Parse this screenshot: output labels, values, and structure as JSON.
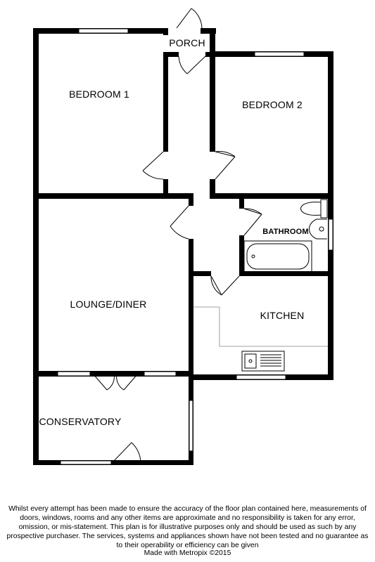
{
  "rooms": {
    "porch": "PORCH",
    "bedroom1": "BEDROOM 1",
    "bedroom2": "BEDROOM 2",
    "bathroom": "BATHROOM",
    "lounge": "LOUNGE/DINER",
    "kitchen": "KITCHEN",
    "conservatory": "CONSERVATORY"
  },
  "disclaimer": "Whilst every attempt has been made to ensure the accuracy of the floor plan contained here, measurements of doors, windows, rooms and any other items are approximate and no responsibility is taken for any error, omission, or mis-statement. This plan is for illustrative purposes only and should be used as such by any prospective purchaser. The services, systems and appliances shown have not been tested and no guarantee as to their operability or efficiency can be given",
  "credit": "Made with Metropix ©2015"
}
